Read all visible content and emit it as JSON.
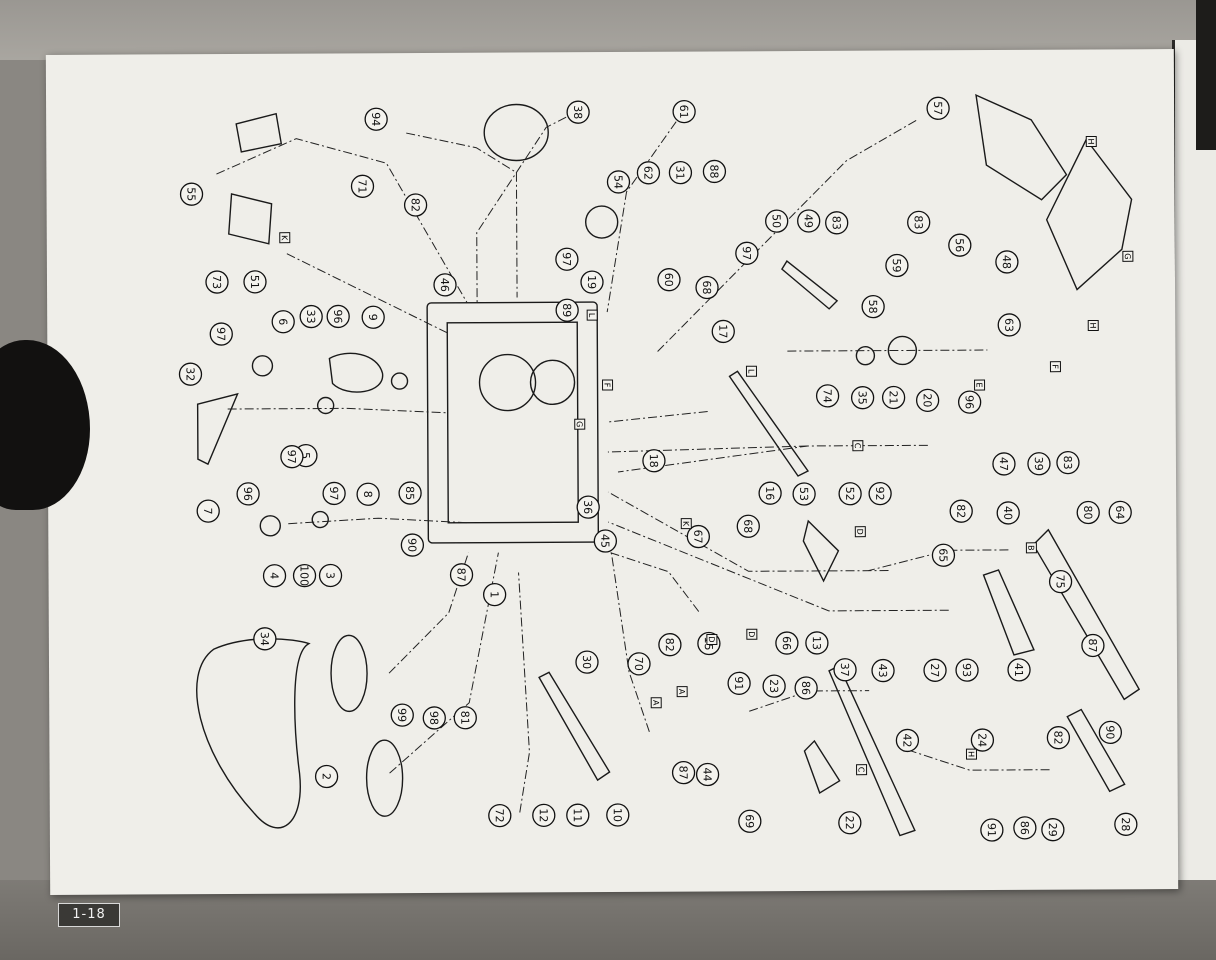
{
  "page_number": "1-18",
  "callouts": [
    "1",
    "2",
    "3",
    "4",
    "5",
    "6",
    "7",
    "8",
    "9",
    "10",
    "11",
    "12",
    "13",
    "15",
    "16",
    "17",
    "18",
    "19",
    "20",
    "21",
    "22",
    "23",
    "24",
    "27",
    "28",
    "29",
    "30",
    "31",
    "32",
    "33",
    "34",
    "35",
    "36",
    "37",
    "38",
    "39",
    "40",
    "41",
    "42",
    "43",
    "44",
    "45",
    "46",
    "47",
    "48",
    "49",
    "50",
    "51",
    "52",
    "53",
    "54",
    "55",
    "56",
    "57",
    "58",
    "59",
    "60",
    "61",
    "62",
    "63",
    "64",
    "65",
    "66",
    "67",
    "68",
    "69",
    "70",
    "71",
    "72",
    "73",
    "74",
    "75",
    "80",
    "81",
    "82",
    "83",
    "85",
    "86",
    "87",
    "88",
    "89",
    "90",
    "91",
    "92",
    "93",
    "94",
    "96",
    "97",
    "98",
    "99",
    "100"
  ],
  "reference_letters": [
    "A",
    "B",
    "C",
    "D",
    "E",
    "F",
    "G",
    "H",
    "K",
    "L"
  ]
}
